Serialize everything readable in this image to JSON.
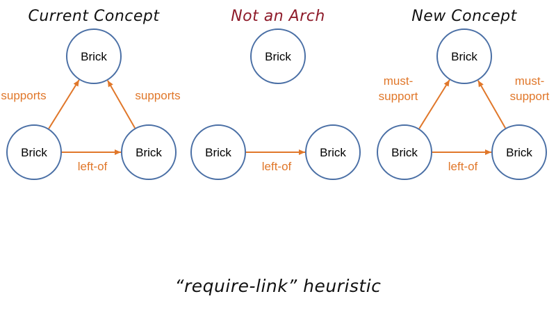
{
  "colors": {
    "node_stroke": "#4a6fa5",
    "edge": "#e0772a",
    "title_default": "#111111",
    "title_highlight": "#8e1b2a",
    "caption": "#111111"
  },
  "panels": [
    {
      "title": "Current Concept",
      "title_color": "default",
      "nodes": [
        {
          "id": "top",
          "label": "Brick"
        },
        {
          "id": "left",
          "label": "Brick"
        },
        {
          "id": "right",
          "label": "Brick"
        }
      ],
      "edges": [
        {
          "from": "left",
          "to": "top",
          "label": "supports"
        },
        {
          "from": "right",
          "to": "top",
          "label": "supports"
        },
        {
          "from": "left",
          "to": "right",
          "label": "left-of"
        }
      ]
    },
    {
      "title": "Not an Arch",
      "title_color": "highlight",
      "nodes": [
        {
          "id": "top",
          "label": "Brick"
        },
        {
          "id": "left",
          "label": "Brick"
        },
        {
          "id": "right",
          "label": "Brick"
        }
      ],
      "edges": [
        {
          "from": "left",
          "to": "right",
          "label": "left-of"
        }
      ]
    },
    {
      "title": "New Concept",
      "title_color": "default",
      "nodes": [
        {
          "id": "top",
          "label": "Brick"
        },
        {
          "id": "left",
          "label": "Brick"
        },
        {
          "id": "right",
          "label": "Brick"
        }
      ],
      "edges": [
        {
          "from": "left",
          "to": "top",
          "label": "must-\nsupport"
        },
        {
          "from": "right",
          "to": "top",
          "label": "must-\nsupport"
        },
        {
          "from": "left",
          "to": "right",
          "label": "left-of"
        }
      ]
    }
  ],
  "caption": "“require-link” heuristic"
}
